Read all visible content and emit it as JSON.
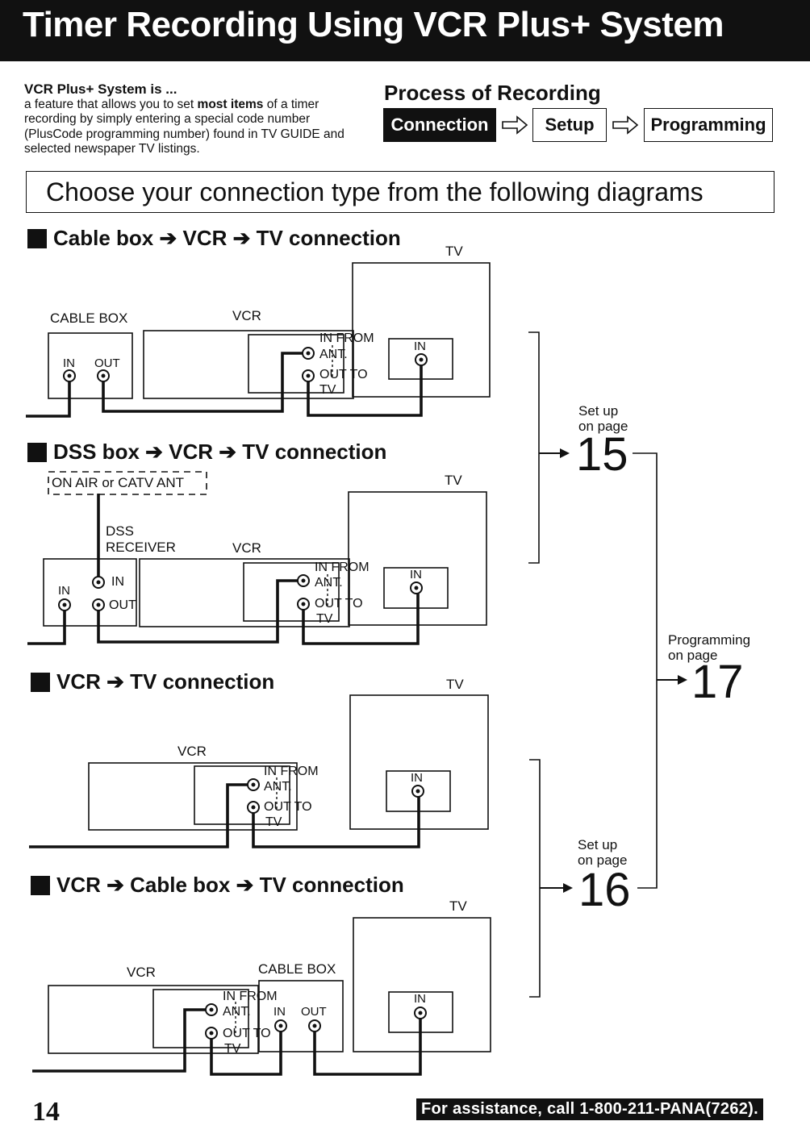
{
  "header": {
    "title": "Timer Recording Using VCR Plus+ System"
  },
  "intro": {
    "heading": "VCR Plus+ System is ...",
    "line1_a": "a feature that allows you to set ",
    "line1_b": "most items",
    "line1_c": " of",
    "rest": "a timer recording by simply entering a special code number (PlusCode programming number) found in TV GUIDE and selected newspaper TV listings."
  },
  "process": {
    "title": "Process of Recording",
    "steps": [
      "Connection",
      "Setup",
      "Programming"
    ]
  },
  "choose_text": "Choose your connection type from the following diagrams",
  "sections": [
    {
      "title": "Cable box ➔ VCR ➔ TV connection"
    },
    {
      "title": "DSS box ➔ VCR ➔ TV connection"
    },
    {
      "title": "VCR ➔ TV connection"
    },
    {
      "title": "VCR ➔ Cable box ➔ TV connection"
    }
  ],
  "labels": {
    "tv": "TV",
    "vcr": "VCR",
    "cable_box": "CABLE BOX",
    "in": "IN",
    "out": "OUT",
    "in_from": "IN FROM",
    "ant": "ANT.",
    "out_to": "OUT TO",
    "tv_small": "TV",
    "dss": "DSS",
    "receiver": "RECEIVER",
    "on_air": "ON AIR or CATV ANT"
  },
  "refs": {
    "setup_label_1": "Set up",
    "setup_label_2": "on page",
    "page_15": "15",
    "page_16": "16",
    "prog_label_1": "Programming",
    "prog_label_2": "on page",
    "page_17": "17"
  },
  "footer": {
    "page_number": "14",
    "assistance": "For assistance, call 1-800-211-PANA(7262)."
  }
}
